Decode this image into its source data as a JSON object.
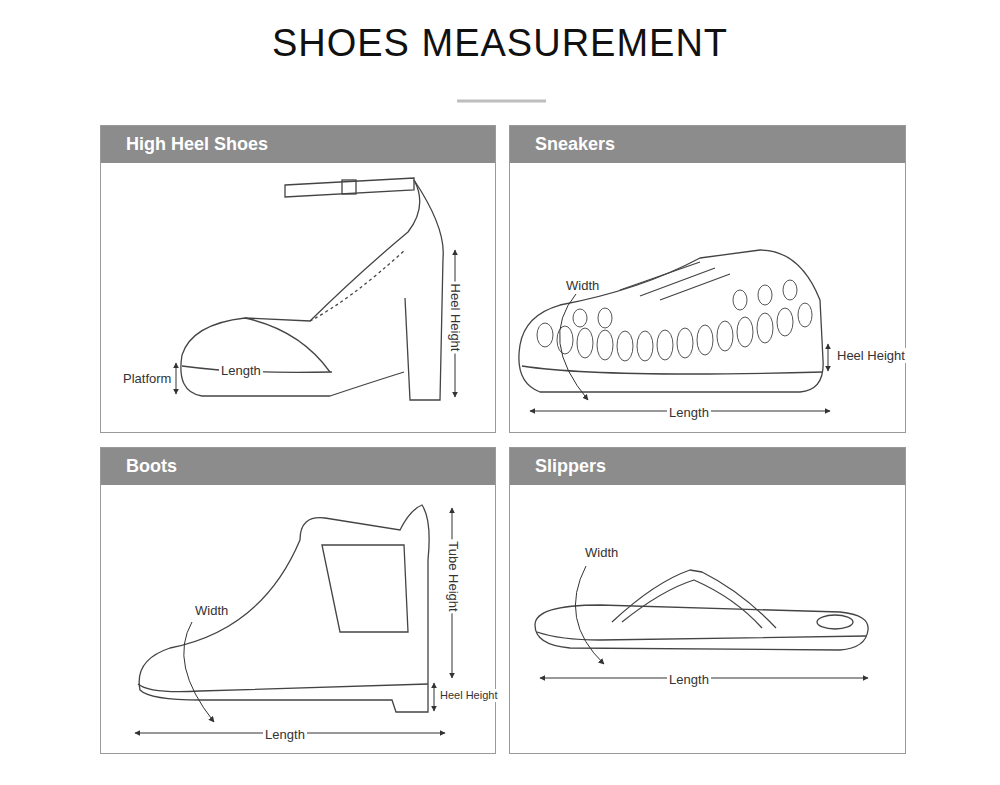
{
  "diagram": {
    "title": "SHOES MEASUREMENT",
    "nodes": [
      {
        "text": [
          "High Heel Shoes",
          "Heel Height",
          "Length",
          "Platform"
        ]
      },
      {
        "text": [
          "Sneakers",
          "Width",
          "Heel Height",
          "Length"
        ]
      },
      {
        "text": [
          "Boots",
          "Tube Height",
          "Width",
          "Heel Height",
          "Length"
        ]
      },
      {
        "text": [
          "Slippers",
          "Width",
          "Length"
        ]
      }
    ]
  }
}
